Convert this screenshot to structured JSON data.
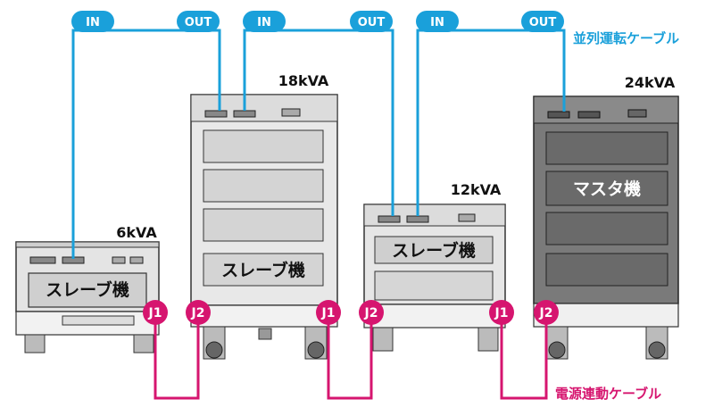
{
  "labels": {
    "in": "IN",
    "out": "OUT",
    "parallel_cable": "並列運転ケーブル",
    "power_cable": "電源連動ケーブル",
    "j1": "J1",
    "j2": "J2"
  },
  "units": [
    {
      "kva": "6kVA",
      "role": "スレーブ機"
    },
    {
      "kva": "18kVA",
      "role": "スレーブ機"
    },
    {
      "kva": "12kVA",
      "role": "スレーブ機"
    },
    {
      "kva": "24kVA",
      "role": "マスタ機"
    }
  ],
  "colors": {
    "blue_cable": "#1aa0da",
    "pink_cable": "#d6156f",
    "slave_body": "#e6e6e6",
    "master_body": "#777777"
  }
}
